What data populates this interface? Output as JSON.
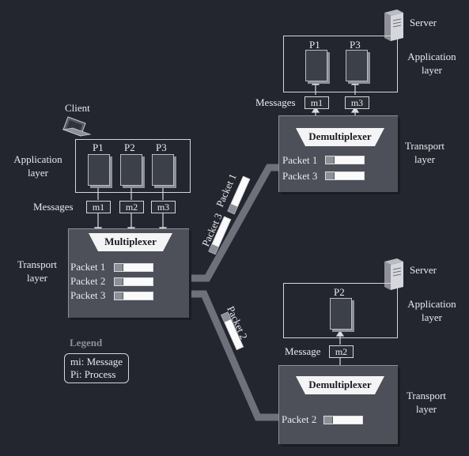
{
  "client": {
    "label": "Client",
    "app_layer": "Application\nlayer",
    "app_layer_l1": "Application",
    "app_layer_l2": "layer",
    "processes": [
      "P1",
      "P2",
      "P3"
    ],
    "messages_label": "Messages",
    "messages": [
      "m1",
      "m2",
      "m3"
    ],
    "transport_l1": "Transport",
    "transport_l2": "layer",
    "mux_label": "Multiplexer",
    "packets": [
      "Packet 1",
      "Packet 2",
      "Packet 3"
    ]
  },
  "server1": {
    "label": "Server",
    "processes": [
      "P1",
      "P3"
    ],
    "app_l1": "Application",
    "app_l2": "layer",
    "messages_label": "Messages",
    "messages": [
      "m1",
      "m3"
    ],
    "demux_label": "Demultiplexer",
    "transport_l1": "Transport",
    "transport_l2": "layer",
    "packets": [
      "Packet 1",
      "Packet 3"
    ]
  },
  "server2": {
    "label": "Server",
    "processes": [
      "P2"
    ],
    "app_l1": "Application",
    "app_l2": "layer",
    "message_label": "Message",
    "message": "m2",
    "demux_label": "Demultiplexer",
    "transport_l1": "Transport",
    "transport_l2": "layer",
    "packets": [
      "Packet 2"
    ]
  },
  "links": {
    "upper_labels": [
      "Packet 3",
      "Packet 1"
    ],
    "lower_label": "Packet 2"
  },
  "legend": {
    "title": "Legend",
    "line1": "mi: Message",
    "line2": "Pi: Process"
  },
  "colors": {
    "background": "#23262f",
    "transport_fill": "#4d5058",
    "link": "#6e717a",
    "legend_title": "#8a8f9a"
  }
}
